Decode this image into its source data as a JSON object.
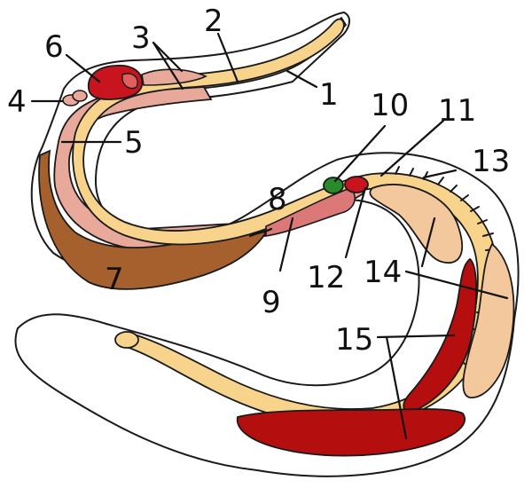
{
  "labels": {
    "l1": "1",
    "l2": "2",
    "l3": "3",
    "l4": "4",
    "l5": "5",
    "l6": "6",
    "l7": "7",
    "l8": "8",
    "l9": "9",
    "l10": "10",
    "l11": "11",
    "l12": "12",
    "l13": "13",
    "l14": "14",
    "l15": "15"
  },
  "colors": {
    "body_outline": "#1a1a1a",
    "body_fill": "#ffffff",
    "intestine": "#f8d38c",
    "pink_tube": "#e8a89a",
    "liver": "#a5602e",
    "heart": "#c8141e",
    "lung": "#cde4f2",
    "gallbladder": "#2a8a2a",
    "kidney": "#b50e0e",
    "gonad": "#f3c89d"
  }
}
